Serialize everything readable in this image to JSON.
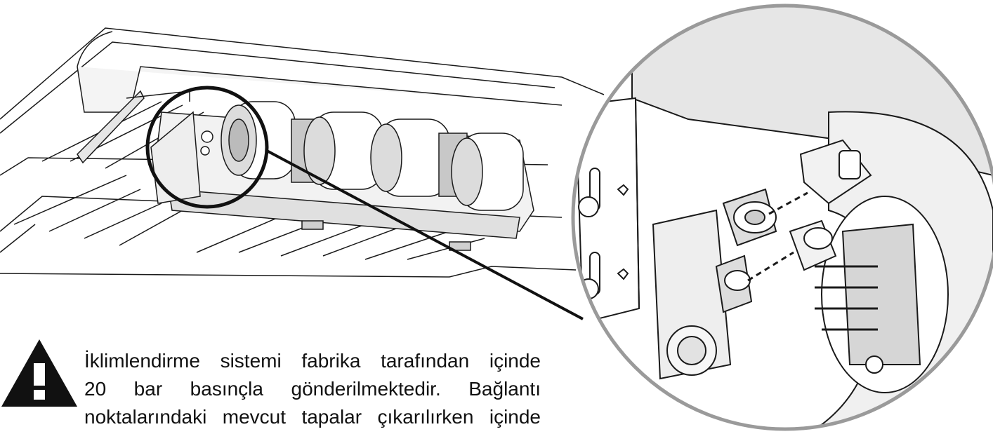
{
  "warning": {
    "icon": "warning-triangle-icon",
    "lines": [
      "İklimlendirme sistemi fabrika tarafından içinde",
      "20 bar basınçla gönderilmektedir. Bağlantı",
      "noktalarındaki mevcut tapalar çıkarılırken içinde"
    ]
  },
  "colors": {
    "line": "#1a1a1a",
    "shade": "#e6e6e6",
    "zoom_frame": "#9a9a9a",
    "background": "#ffffff"
  }
}
